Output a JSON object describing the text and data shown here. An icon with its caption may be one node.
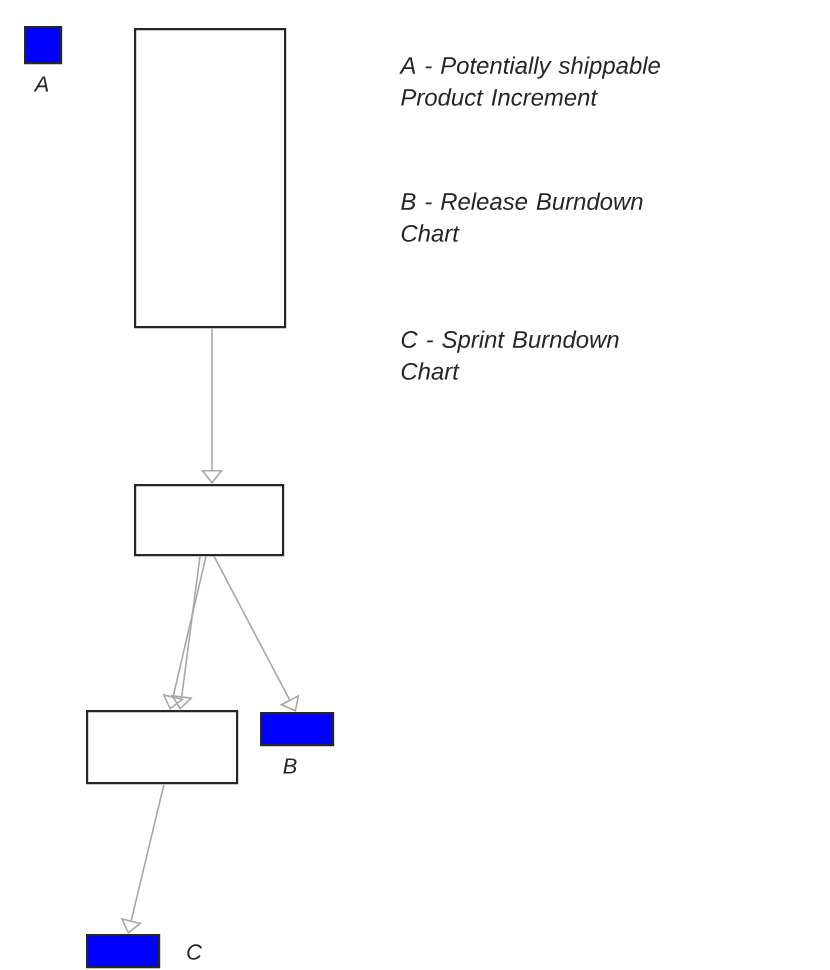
{
  "diagram": {
    "nodes": [
      {
        "text": [],
        "shape": "box",
        "beside": [
          "A"
        ]
      },
      {
        "text": [],
        "shape": "box"
      },
      {
        "text": [],
        "shape": "box"
      },
      {
        "text": [],
        "shape": "box"
      },
      {
        "text": [],
        "shape": "box",
        "beside": [
          "B"
        ]
      },
      {
        "text": [],
        "shape": "box",
        "beside": [
          "C"
        ]
      }
    ],
    "edges": [
      {
        "from": 1,
        "to": 2,
        "arrow": "to"
      },
      {
        "from": 2,
        "to": 3,
        "arrow": "to"
      },
      {
        "from": 2,
        "to": 3,
        "arrow": "to"
      },
      {
        "from": 2,
        "to": 4,
        "arrow": "to"
      },
      {
        "from": 3,
        "to": 5,
        "arrow": "to"
      }
    ],
    "labels": [
      "A - Potentially shippable Product Increment",
      "B - Release Burndown Chart",
      "C - Sprint Burndown Chart"
    ]
  }
}
